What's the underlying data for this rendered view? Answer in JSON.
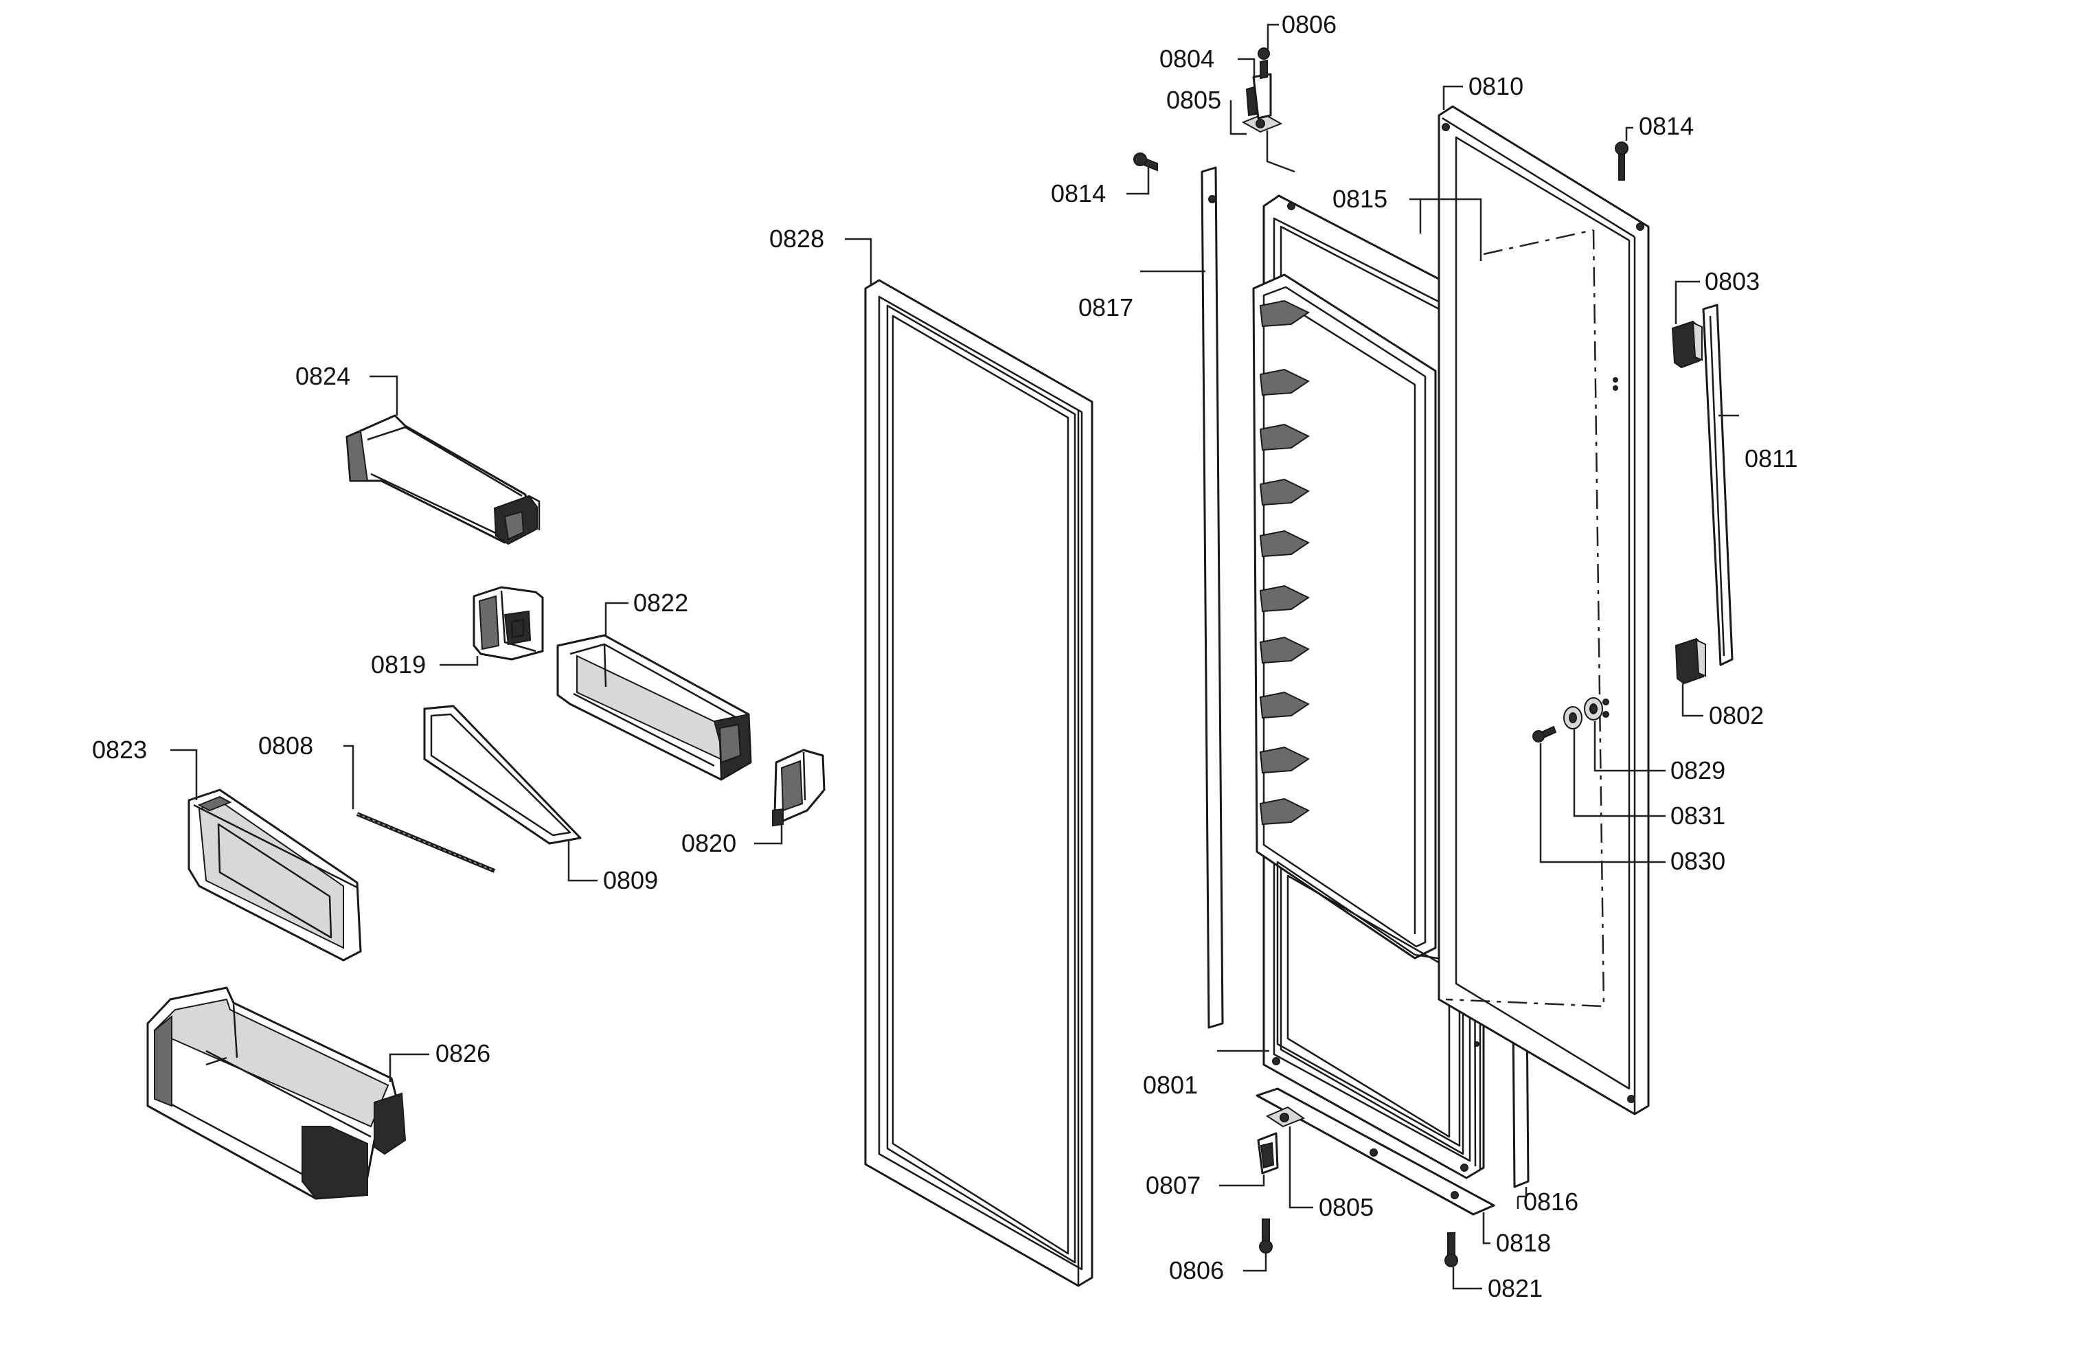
{
  "diagram": {
    "parts": [
      {
        "id": "p0801",
        "label": "0801"
      },
      {
        "id": "p0802",
        "label": "0802"
      },
      {
        "id": "p0803",
        "label": "0803"
      },
      {
        "id": "p0804",
        "label": "0804"
      },
      {
        "id": "p0805a",
        "label": "0805"
      },
      {
        "id": "p0805b",
        "label": "0805"
      },
      {
        "id": "p0806a",
        "label": "0806"
      },
      {
        "id": "p0806b",
        "label": "0806"
      },
      {
        "id": "p0807",
        "label": "0807"
      },
      {
        "id": "p0808",
        "label": "0808"
      },
      {
        "id": "p0809",
        "label": "0809"
      },
      {
        "id": "p0810",
        "label": "0810"
      },
      {
        "id": "p0811",
        "label": "0811"
      },
      {
        "id": "p0814a",
        "label": "0814"
      },
      {
        "id": "p0814b",
        "label": "0814"
      },
      {
        "id": "p0815",
        "label": "0815"
      },
      {
        "id": "p0816",
        "label": "0816"
      },
      {
        "id": "p0817",
        "label": "0817"
      },
      {
        "id": "p0818",
        "label": "0818"
      },
      {
        "id": "p0819",
        "label": "0819"
      },
      {
        "id": "p0820",
        "label": "0820"
      },
      {
        "id": "p0821",
        "label": "0821"
      },
      {
        "id": "p0822",
        "label": "0822"
      },
      {
        "id": "p0823",
        "label": "0823"
      },
      {
        "id": "p0824",
        "label": "0824"
      },
      {
        "id": "p0826",
        "label": "0826"
      },
      {
        "id": "p0828",
        "label": "0828"
      },
      {
        "id": "p0829",
        "label": "0829"
      },
      {
        "id": "p0830",
        "label": "0830"
      },
      {
        "id": "p0831",
        "label": "0831"
      }
    ]
  }
}
